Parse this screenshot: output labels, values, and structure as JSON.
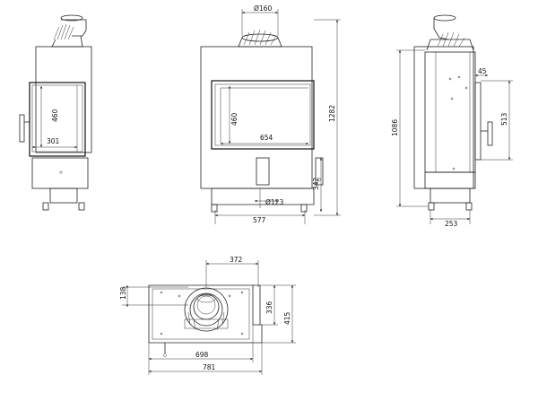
{
  "front_left": {
    "dim_height": "460",
    "dim_width": "301"
  },
  "front_center": {
    "dim_pipe": "Ø160",
    "dim_height": "460",
    "dim_width": "654",
    "dim_total_height": "1282",
    "dim_base_height": "342",
    "dim_outlet": "Ø123",
    "dim_base_width": "577"
  },
  "side_right": {
    "dim_top": "45",
    "dim_height": "1086",
    "dim_door": "513",
    "dim_base": "253"
  },
  "plan_view": {
    "dim_top": "372",
    "dim_left": "138",
    "dim_inner_height": "336",
    "dim_outer_height": "415",
    "dim_inner_width": "698",
    "dim_outer_width": "781"
  }
}
